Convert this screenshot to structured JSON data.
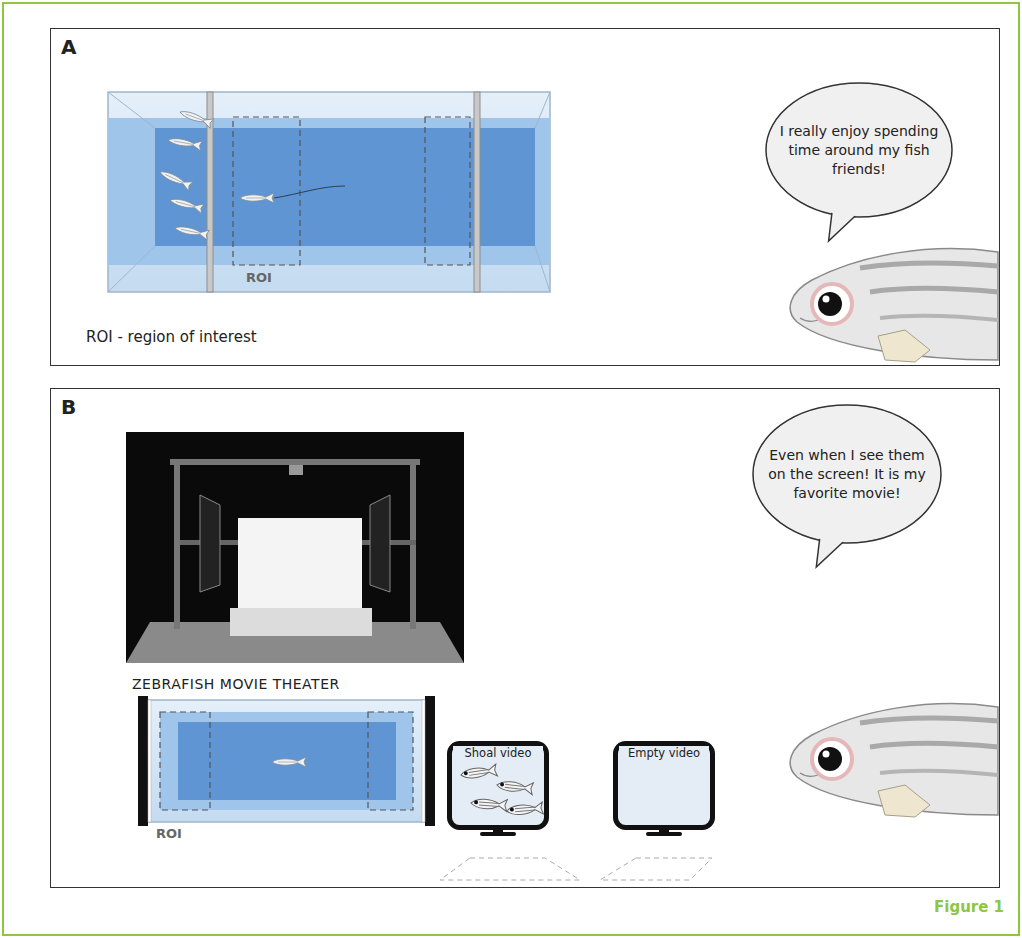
{
  "diagram": {
    "nodes": [
      {
        "text": [
          "A"
        ]
      },
      {
        "text": [
          "I really enjoy spending time around my fish friends!"
        ],
        "in": 0
      },
      {
        "text": [
          "B"
        ]
      },
      {
        "text": [
          "Even when I see them on the screen! It is my favorite movie!"
        ],
        "in": 2
      },
      {
        "text": [
          "Shoal video"
        ],
        "in": 2
      },
      {
        "text": [
          "Empty video"
        ],
        "in": 2
      }
    ],
    "labels": [
      "ROI",
      "ROI - region of interest",
      "ZEBRAFISH MOVIE THEATER",
      "ROI",
      "Figure 1"
    ]
  }
}
